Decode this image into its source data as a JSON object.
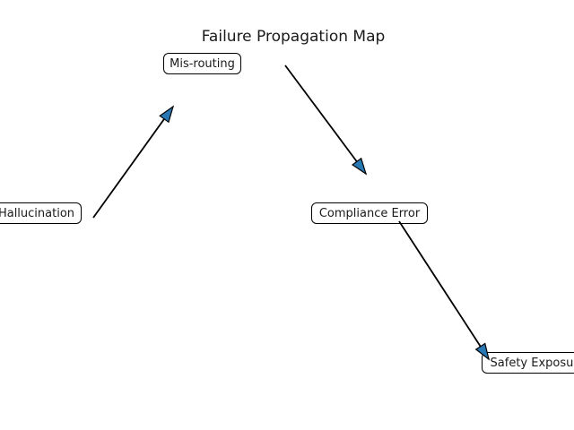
{
  "diagram": {
    "title": "Failure Propagation Map",
    "nodes": [
      {
        "id": "hallucination",
        "label": "Hallucination"
      },
      {
        "id": "mis-routing",
        "label": "Mis-routing"
      },
      {
        "id": "compliance-error",
        "label": "Compliance Error"
      },
      {
        "id": "safety-exposure",
        "label": "Safety Exposure"
      }
    ],
    "edges": [
      {
        "from": "Hallucination",
        "to": "Mis-routing"
      },
      {
        "from": "Mis-routing",
        "to": "Compliance Error"
      },
      {
        "from": "Compliance Error",
        "to": "Safety Exposure"
      }
    ],
    "colors": {
      "background": "#ffffff",
      "edge_line": "#000000",
      "arrow_head_fill": "#2878b4",
      "arrow_head_stroke": "#000000",
      "node_fill": "#ffffff",
      "node_border": "#000000",
      "text": "#1a1a1a"
    }
  }
}
